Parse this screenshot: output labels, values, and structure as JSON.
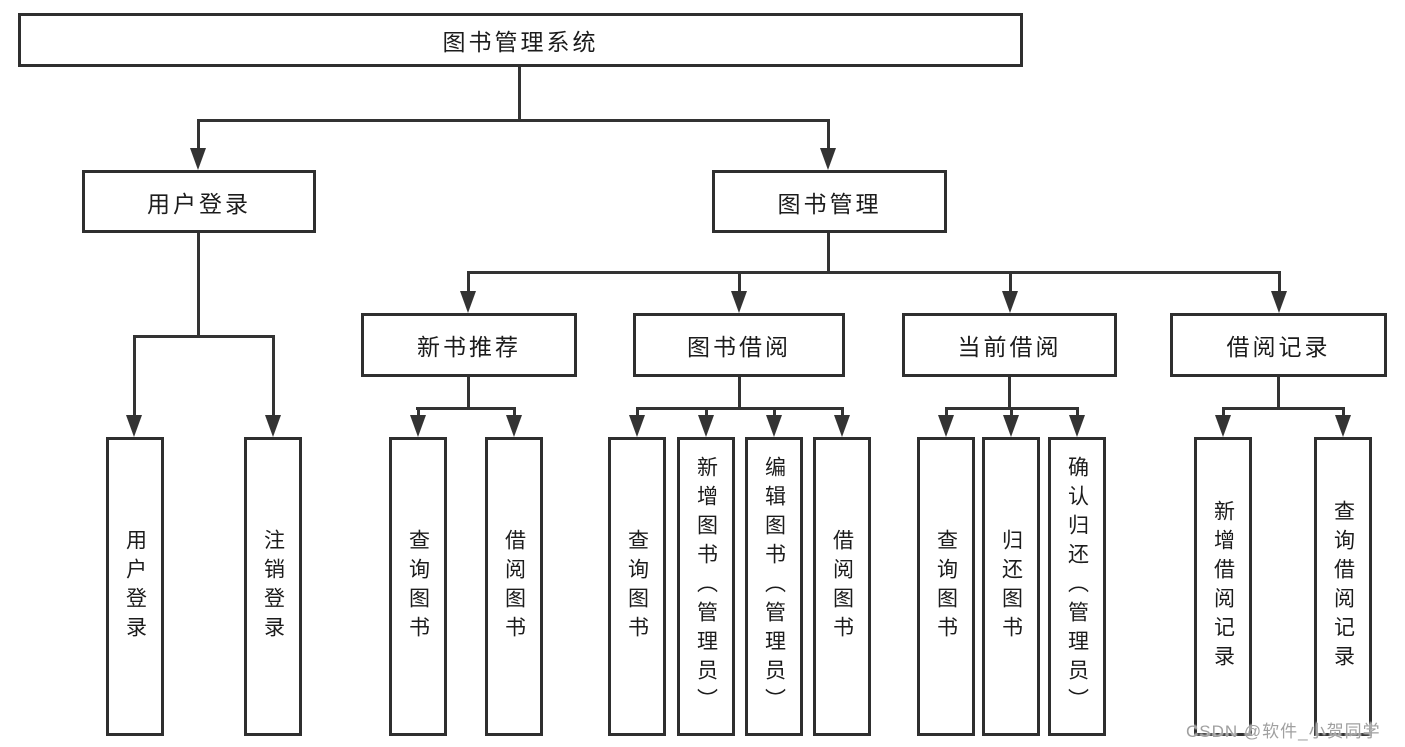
{
  "diagram": {
    "root": "图书管理系统",
    "level2": {
      "user_login": "用户登录",
      "book_management": "图书管理"
    },
    "level3": {
      "new_book_recommend": "新书推荐",
      "book_borrowing": "图书借阅",
      "current_borrowing": "当前借阅",
      "borrowing_records": "借阅记录"
    },
    "leaves": {
      "login": "用户登录",
      "logout": "注销登录",
      "recommend_query_books": "查询图书",
      "recommend_borrow_books": "借阅图书",
      "borrowing_query_books": "查询图书",
      "borrowing_add_books": "新增图书（管理员）",
      "borrowing_edit_books": "编辑图书（管理员）",
      "borrowing_borrow_books": "借阅图书",
      "current_query_books": "查询图书",
      "current_return_books": "归还图书",
      "current_confirm_return": "确认归还（管理员）",
      "records_add_record": "新增借阅记录",
      "records_query_record": "查询借阅记录"
    }
  },
  "watermark": {
    "text": "CSDN @软件_小贺同学"
  },
  "colors": {
    "line": "#333333",
    "box_border": "#2f2f2f",
    "text": "#1c1c1c",
    "watermark": "#a0a0a0",
    "background": "#ffffff"
  }
}
